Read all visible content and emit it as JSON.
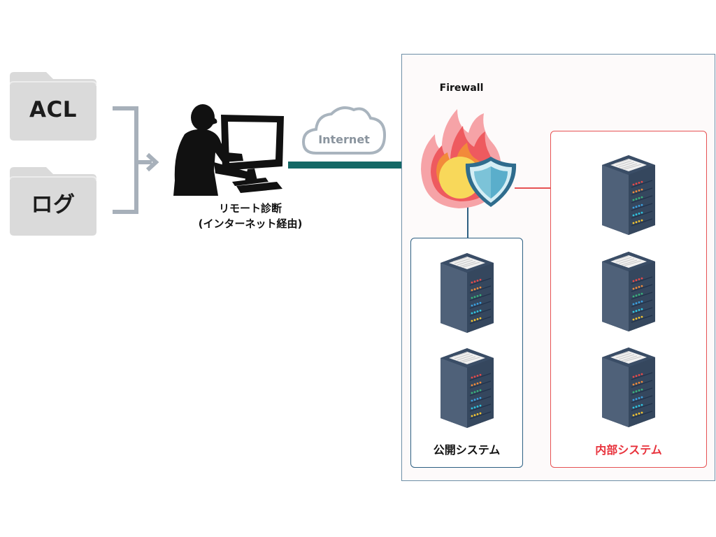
{
  "folders": [
    {
      "label": "ACL"
    },
    {
      "label": "ログ"
    }
  ],
  "remote": {
    "line1": "リモート診断",
    "line2": "(インターネット経由)"
  },
  "internet": {
    "label": "Internet"
  },
  "firewall": {
    "label": "Firewall"
  },
  "public_system": {
    "label": "公開システム",
    "server_count": 2
  },
  "internal_system": {
    "label": "内部システム",
    "server_count": 3
  },
  "colors": {
    "link_teal": "#146865",
    "public_border": "#2d5f82",
    "internal_border": "#e65253",
    "internal_label": "#e8323c",
    "bracket_gray": "#a7b0ba"
  }
}
